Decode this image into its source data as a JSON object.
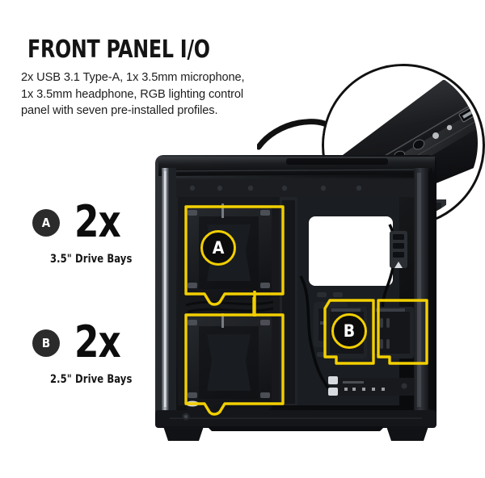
{
  "page": {
    "background_color": "#ffffff",
    "accent_yellow": "#f2cf00",
    "ink": "#141414"
  },
  "header": {
    "title": "FRONT PANEL I/O",
    "description_line1": "2x USB 3.1 Type-A, 1x 3.5mm microphone,",
    "description_line2": "1x 3.5mm headphone, RGB lighting control",
    "description_line3": "panel with seven pre-installed profiles."
  },
  "specs": [
    {
      "key": "a",
      "badge": "A",
      "quantity": "2x",
      "caption": "3.5\" Drive Bays"
    },
    {
      "key": "b",
      "badge": "B",
      "quantity": "2x",
      "caption": "2.5\" Drive Bays"
    }
  ],
  "callout": {
    "name": "front-panel-io-magnifier",
    "depicts": "magnified angled front I/O strip with power button, audio jacks and USB ports",
    "arrow": "curved-arrow-pointing-to-callout"
  },
  "product_image": {
    "name": "pc-case-interior",
    "description": "black mid-tower PC case interior, side panel removed",
    "highlight_regions": [
      {
        "badge": "A",
        "label": "3.5-inch drive bay upper"
      },
      {
        "badge": "A",
        "label": "3.5-inch drive bay lower"
      },
      {
        "badge": "B",
        "label": "2.5-inch drive bay left"
      },
      {
        "badge": "B",
        "label": "2.5-inch drive bay right"
      }
    ]
  }
}
